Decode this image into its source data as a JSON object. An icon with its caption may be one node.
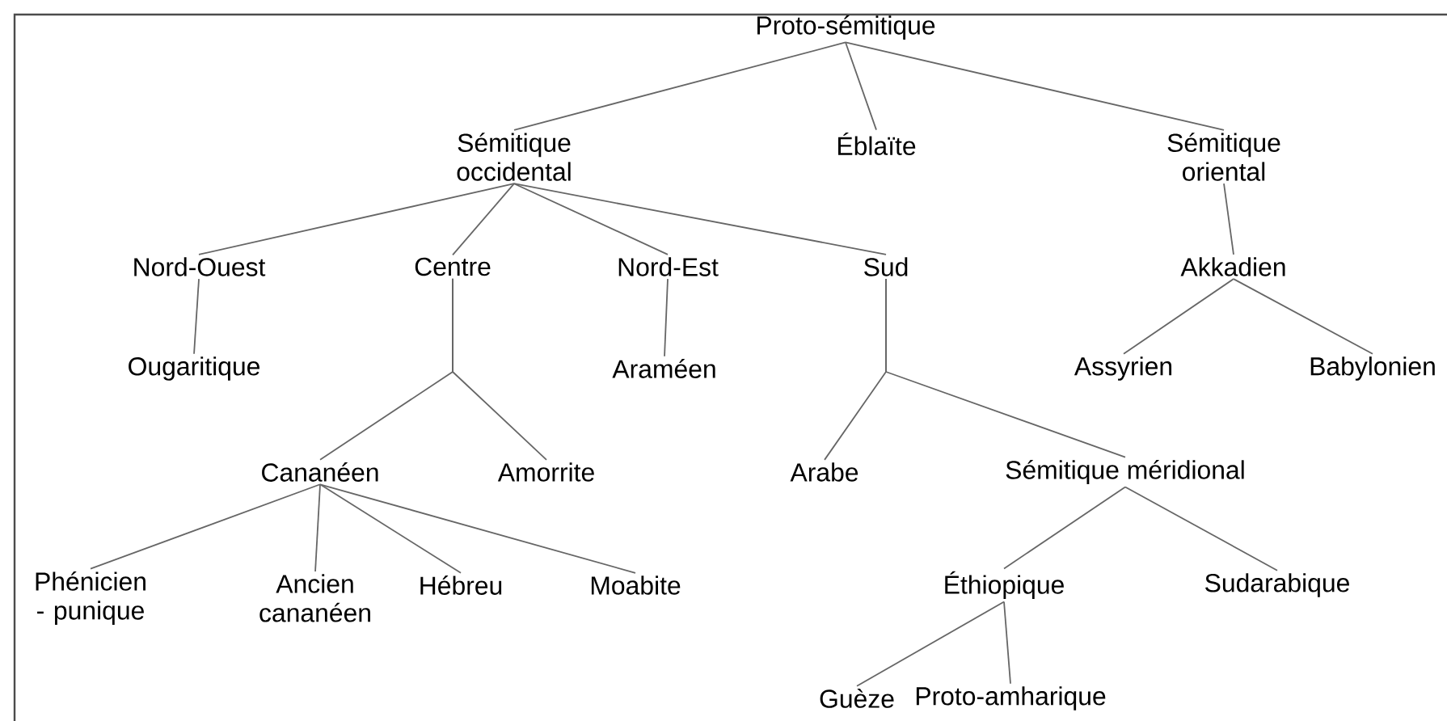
{
  "diagram": {
    "nodes": [
      {
        "text": [
          "Proto-sémitique"
        ]
      },
      {
        "text": [
          "Sémitique occidental"
        ]
      },
      {
        "text": [
          "Éblaïte"
        ]
      },
      {
        "text": [
          "Sémitique oriental"
        ]
      },
      {
        "text": [
          "Nord-Ouest"
        ]
      },
      {
        "text": [
          "Centre"
        ]
      },
      {
        "text": [
          "Nord-Est"
        ]
      },
      {
        "text": [
          "Sud"
        ]
      },
      {
        "text": [
          "Akkadien"
        ]
      },
      {
        "text": [
          "Ougaritique"
        ]
      },
      {
        "text": [
          "Araméen"
        ]
      },
      {
        "text": [
          "Assyrien"
        ]
      },
      {
        "text": [
          "Babylonien"
        ]
      },
      {
        "text": [
          "Cananéen"
        ]
      },
      {
        "text": [
          "Amorrite"
        ]
      },
      {
        "text": [
          "Arabe"
        ]
      },
      {
        "text": [
          "Sémitique méridional"
        ]
      },
      {
        "text": [
          "Phénicien - punique"
        ]
      },
      {
        "text": [
          "Ancien cananéen"
        ]
      },
      {
        "text": [
          "Hébreu"
        ]
      },
      {
        "text": [
          "Moabite"
        ]
      },
      {
        "text": [
          "Éthiopique"
        ]
      },
      {
        "text": [
          "Sudarabique"
        ]
      },
      {
        "text": [
          "Guèze"
        ]
      },
      {
        "text": [
          "Proto-amharique"
        ]
      }
    ],
    "edges": [
      {
        "from": 0,
        "to": 1,
        "arrow": "none"
      },
      {
        "from": 0,
        "to": 2,
        "arrow": "none"
      },
      {
        "from": 0,
        "to": 3,
        "arrow": "none"
      },
      {
        "from": 1,
        "to": 4,
        "arrow": "none"
      },
      {
        "from": 1,
        "to": 5,
        "arrow": "none"
      },
      {
        "from": 1,
        "to": 6,
        "arrow": "none"
      },
      {
        "from": 1,
        "to": 7,
        "arrow": "none"
      },
      {
        "from": 3,
        "to": 8,
        "arrow": "none"
      },
      {
        "from": 4,
        "to": 9,
        "arrow": "none"
      },
      {
        "from": 5,
        "to": 13,
        "arrow": "none"
      },
      {
        "from": 5,
        "to": 14,
        "arrow": "none"
      },
      {
        "from": 6,
        "to": 10,
        "arrow": "none"
      },
      {
        "from": 7,
        "to": 15,
        "arrow": "none"
      },
      {
        "from": 7,
        "to": 16,
        "arrow": "none"
      },
      {
        "from": 8,
        "to": 11,
        "arrow": "none"
      },
      {
        "from": 8,
        "to": 12,
        "arrow": "none"
      },
      {
        "from": 13,
        "to": 17,
        "arrow": "none"
      },
      {
        "from": 13,
        "to": 18,
        "arrow": "none"
      },
      {
        "from": 13,
        "to": 19,
        "arrow": "none"
      },
      {
        "from": 13,
        "to": 20,
        "arrow": "none"
      },
      {
        "from": 16,
        "to": 21,
        "arrow": "none"
      },
      {
        "from": 16,
        "to": 22,
        "arrow": "none"
      },
      {
        "from": 21,
        "to": 23,
        "arrow": "none"
      },
      {
        "from": 21,
        "to": 24,
        "arrow": "none"
      }
    ]
  }
}
